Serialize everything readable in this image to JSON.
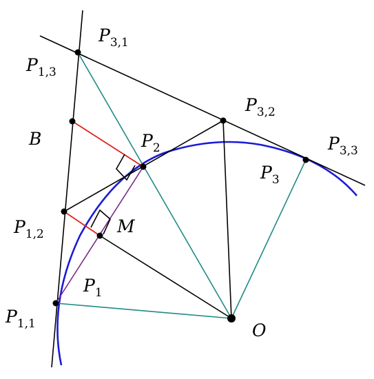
{
  "colors": {
    "curve": "#1a1ad6",
    "radius_lines": "#1f8a86",
    "perpendiculars": "#e0201c",
    "chord": "#7a2a8a",
    "lines": "#000000"
  },
  "labels": {
    "P31": {
      "main": "P",
      "sub": "3,1"
    },
    "P13": {
      "main": "P",
      "sub": "1,3"
    },
    "P32": {
      "main": "P",
      "sub": "3,2"
    },
    "P33": {
      "main": "P",
      "sub": "3,3"
    },
    "P3": {
      "main": "P",
      "sub": "3"
    },
    "P2": {
      "main": "P",
      "sub": "2"
    },
    "B": {
      "main": "B"
    },
    "P12": {
      "main": "P",
      "sub": "1,2"
    },
    "M": {
      "main": "M"
    },
    "P1": {
      "main": "P",
      "sub": "1"
    },
    "P11": {
      "main": "P",
      "sub": "1,1"
    },
    "O": {
      "main": "O"
    }
  }
}
